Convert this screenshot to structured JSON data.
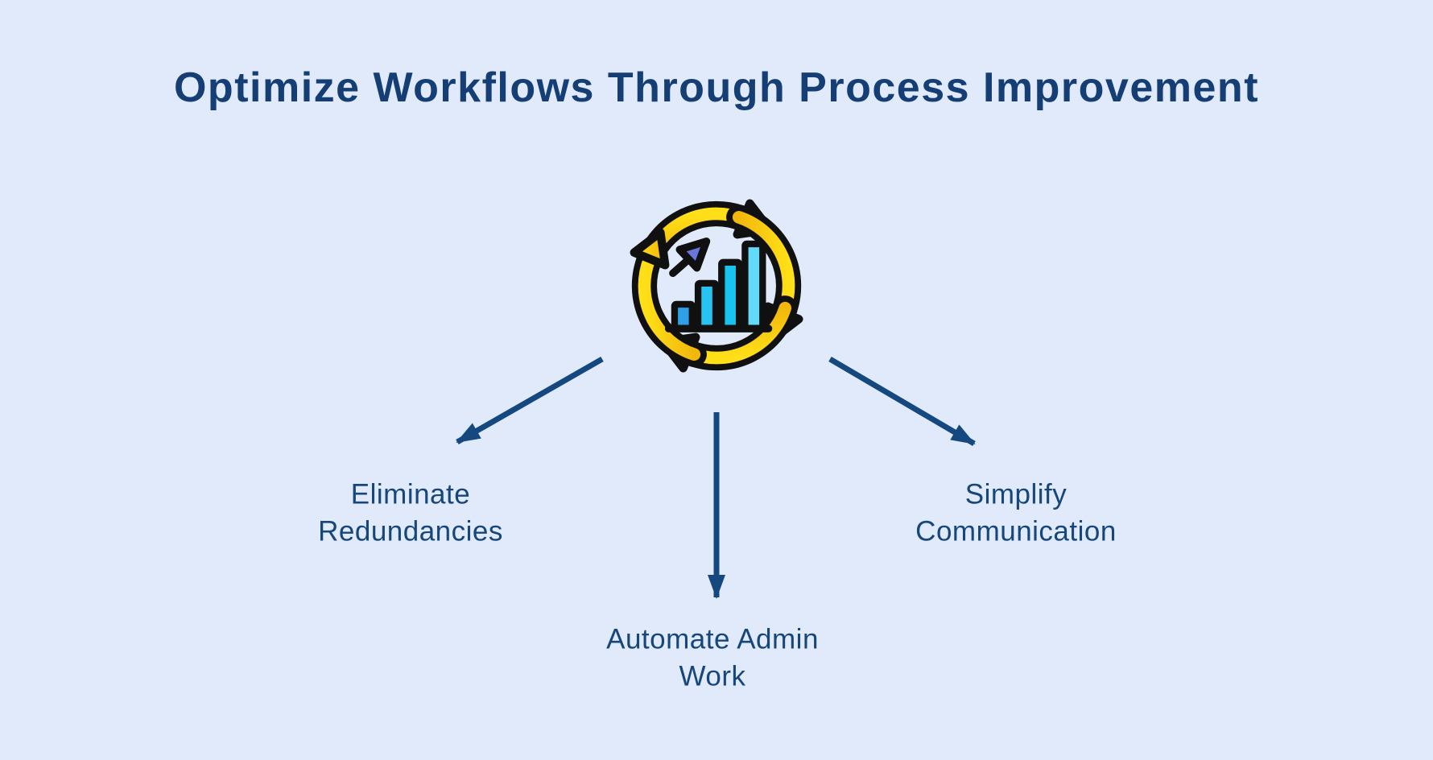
{
  "title": "Optimize Workflows Through Process Improvement",
  "center_icon": {
    "name": "process-improvement-cycle",
    "description": "four yellow circular cycle arrows surrounding an ascending 4-bar chart with an upward trend arrow",
    "bar_count": 4
  },
  "branches": [
    {
      "id": "eliminate",
      "label": "Eliminate\nRedundancies",
      "position": "left"
    },
    {
      "id": "automate",
      "label": "Automate Admin\nWork",
      "position": "bottom-center"
    },
    {
      "id": "simplify",
      "label": "Simplify\nCommunication",
      "position": "right"
    }
  ],
  "colors": {
    "background": "#e0eafb",
    "title_text": "#153e75",
    "label_text": "#174679",
    "connector": "#14487f",
    "icon_outline": "#101010",
    "icon_yellow": "#ffd614",
    "icon_yellow_deep": "#f2b70c",
    "bar_1": "#2f9fe8",
    "bar_2": "#27c4f2",
    "bar_3": "#19c3ef",
    "bar_4": "#62daf9",
    "trend_head": "#6b76dd"
  }
}
